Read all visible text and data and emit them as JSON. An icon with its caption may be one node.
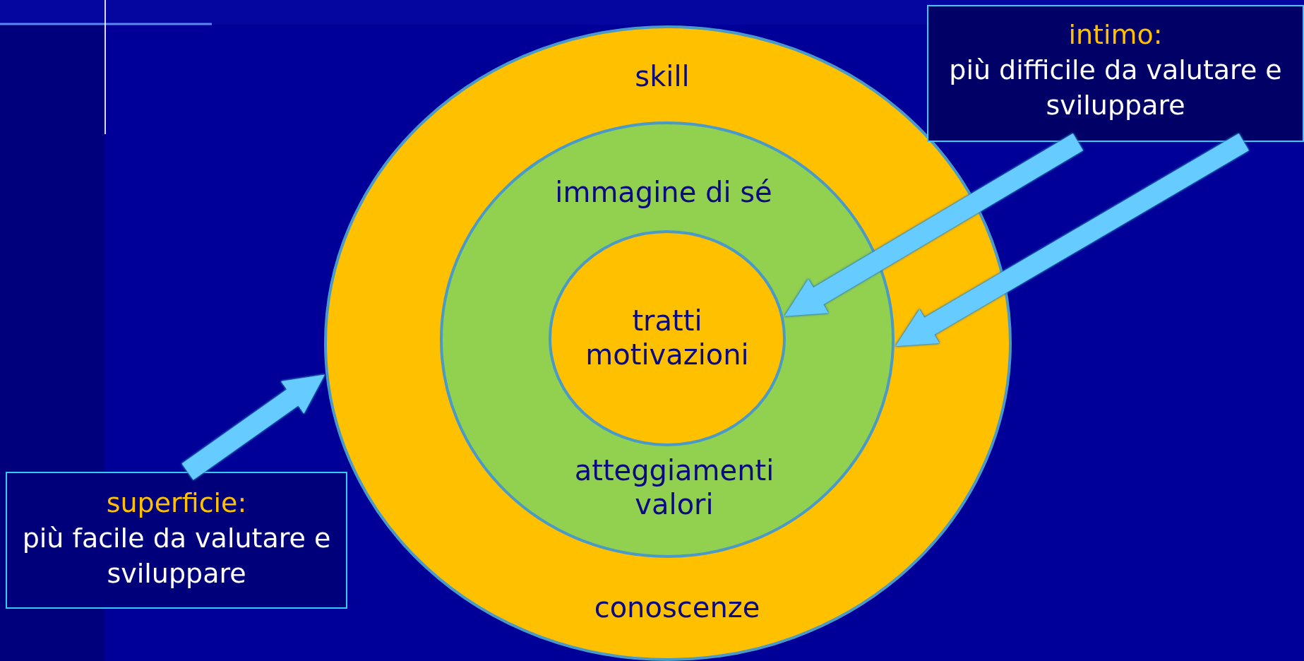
{
  "diagram": {
    "nodes": [
      {
        "text": [
          "skill",
          "conoscenze"
        ]
      },
      {
        "text": [
          "immagine di sé",
          "atteggiamenti valori"
        ],
        "in": 0
      },
      {
        "text": [
          "tratti motivazioni"
        ],
        "in": 1
      },
      {
        "text": [
          "superficie:",
          "più facile da valutare e sviluppare"
        ]
      },
      {
        "text": [
          "intimo:",
          "più difficile da valutare e sviluppare"
        ]
      }
    ],
    "edges": [
      {
        "from": 3,
        "to": 0,
        "arrow": "to"
      },
      {
        "from": 4,
        "to": 2,
        "arrow": "to"
      },
      {
        "from": 4,
        "to": 1,
        "arrow": "to"
      }
    ]
  }
}
